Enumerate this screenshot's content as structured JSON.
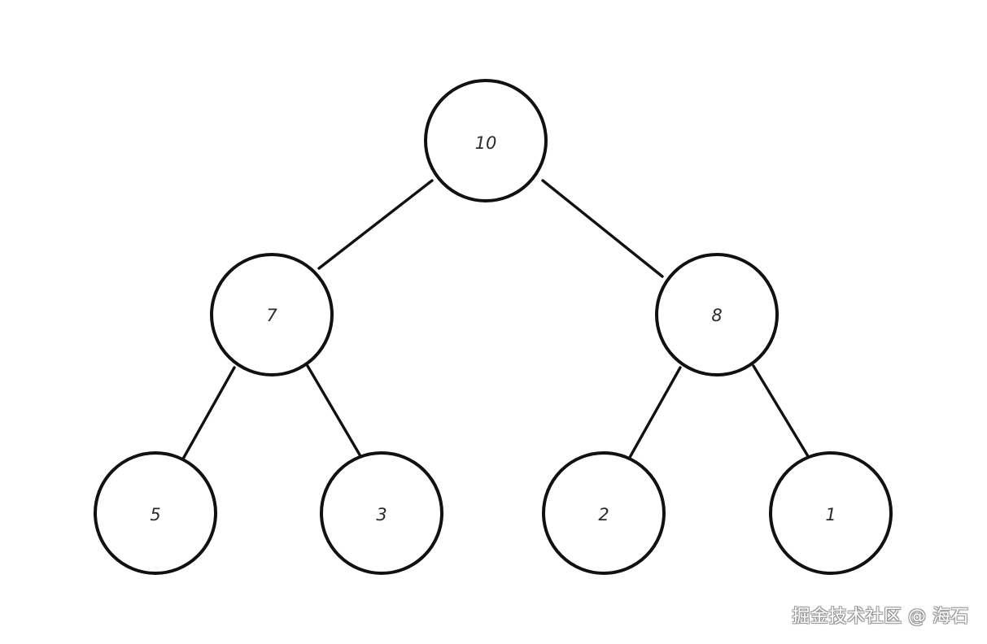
{
  "tree": {
    "nodes": [
      {
        "id": "n10",
        "label": "10"
      },
      {
        "id": "n7",
        "label": "7"
      },
      {
        "id": "n8",
        "label": "8"
      },
      {
        "id": "n5",
        "label": "5"
      },
      {
        "id": "n3",
        "label": "3"
      },
      {
        "id": "n2",
        "label": "2"
      },
      {
        "id": "n1",
        "label": "1"
      }
    ],
    "edges": [
      {
        "from": "n10",
        "to": "n7"
      },
      {
        "from": "n10",
        "to": "n8"
      },
      {
        "from": "n7",
        "to": "n5"
      },
      {
        "from": "n7",
        "to": "n3"
      },
      {
        "from": "n8",
        "to": "n2"
      },
      {
        "from": "n8",
        "to": "n1"
      }
    ]
  },
  "watermark": "掘金技术社区 @ 海石"
}
